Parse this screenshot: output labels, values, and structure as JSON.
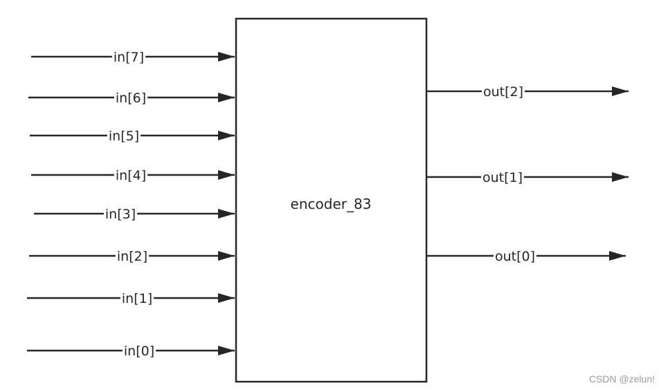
{
  "block": {
    "title": "encoder_83"
  },
  "inputs": [
    {
      "label": "in[7]"
    },
    {
      "label": "in[6]"
    },
    {
      "label": "in[5]"
    },
    {
      "label": "in[4]"
    },
    {
      "label": "in[3]"
    },
    {
      "label": "in[2]"
    },
    {
      "label": "in[1]"
    },
    {
      "label": "in[0]"
    }
  ],
  "outputs": [
    {
      "label": "out[2]"
    },
    {
      "label": "out[1]"
    },
    {
      "label": "out[0]"
    }
  ],
  "watermark": "CSDN @zelun!",
  "colors": {
    "line": "#262626",
    "text": "#262626",
    "watermark": "#9a9a9a",
    "background": "#ffffff"
  }
}
